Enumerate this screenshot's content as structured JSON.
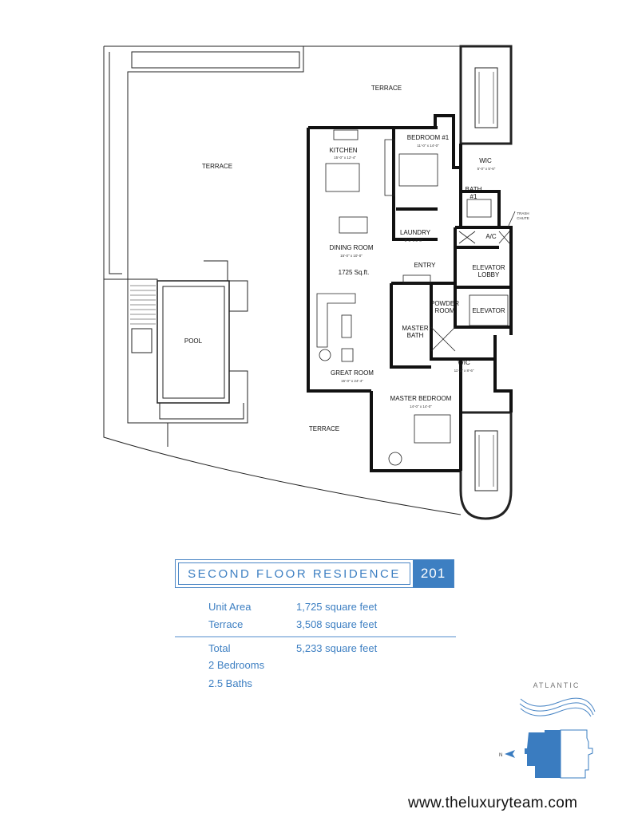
{
  "plan": {
    "rooms": {
      "terrace_top": "TERRACE",
      "terrace_left": "TERRACE",
      "terrace_bottom": "TERRACE",
      "pool": "POOL",
      "kitchen": {
        "name": "KITCHEN",
        "dim": "15'-0\" x 12'-4\""
      },
      "dining": {
        "name": "DINING ROOM",
        "dim": "15'-0\" x 10'-0\""
      },
      "area": "1725 Sq.ft.",
      "great_room": {
        "name": "GREAT ROOM",
        "dim": "15'-0\" x 24'-4\""
      },
      "bedroom1": {
        "name": "BEDROOM #1",
        "dim": "11'-0\" x 14'-0\""
      },
      "wic1": {
        "name": "WIC",
        "dim": "5'-0\" x 5'-6\""
      },
      "bath1": {
        "name": "BATH",
        "num": "#1"
      },
      "laundry": {
        "name": "LAUNDRY",
        "dim": "6'-6\" x 5'-6\""
      },
      "trash": {
        "line1": "TRASH",
        "line2": "CHUTE"
      },
      "ac": "A/C",
      "entry": "ENTRY",
      "elevator_lobby": {
        "line1": "ELEVATOR",
        "line2": "LOBBY"
      },
      "elevator": "ELEVATOR",
      "powder": {
        "line1": "POWDER",
        "line2": "ROOM"
      },
      "master_bath": {
        "line1": "MASTER",
        "line2": "BATH"
      },
      "wic2": {
        "name": "WIC",
        "dim": "11'-3\" x 8'-6\""
      },
      "master_bedroom": {
        "name": "MASTER BEDROOM",
        "dim": "14'-0\" x 14'-0\""
      }
    }
  },
  "residence": {
    "title": "SECOND FLOOR RESIDENCE",
    "number": "201",
    "specs": [
      {
        "label": "Unit Area",
        "value": "1,725 square feet"
      },
      {
        "label": "Terrace",
        "value": "3,508 square feet"
      }
    ],
    "total": {
      "label": "Total",
      "value": "5,233 square feet"
    },
    "bedrooms": "2 Bedrooms",
    "baths": "2.5 Baths"
  },
  "locator": {
    "ocean": "ATLANTIC",
    "north": "N",
    "brand_color": "#3a7cc0"
  },
  "website": "www.theluxuryteam.com"
}
